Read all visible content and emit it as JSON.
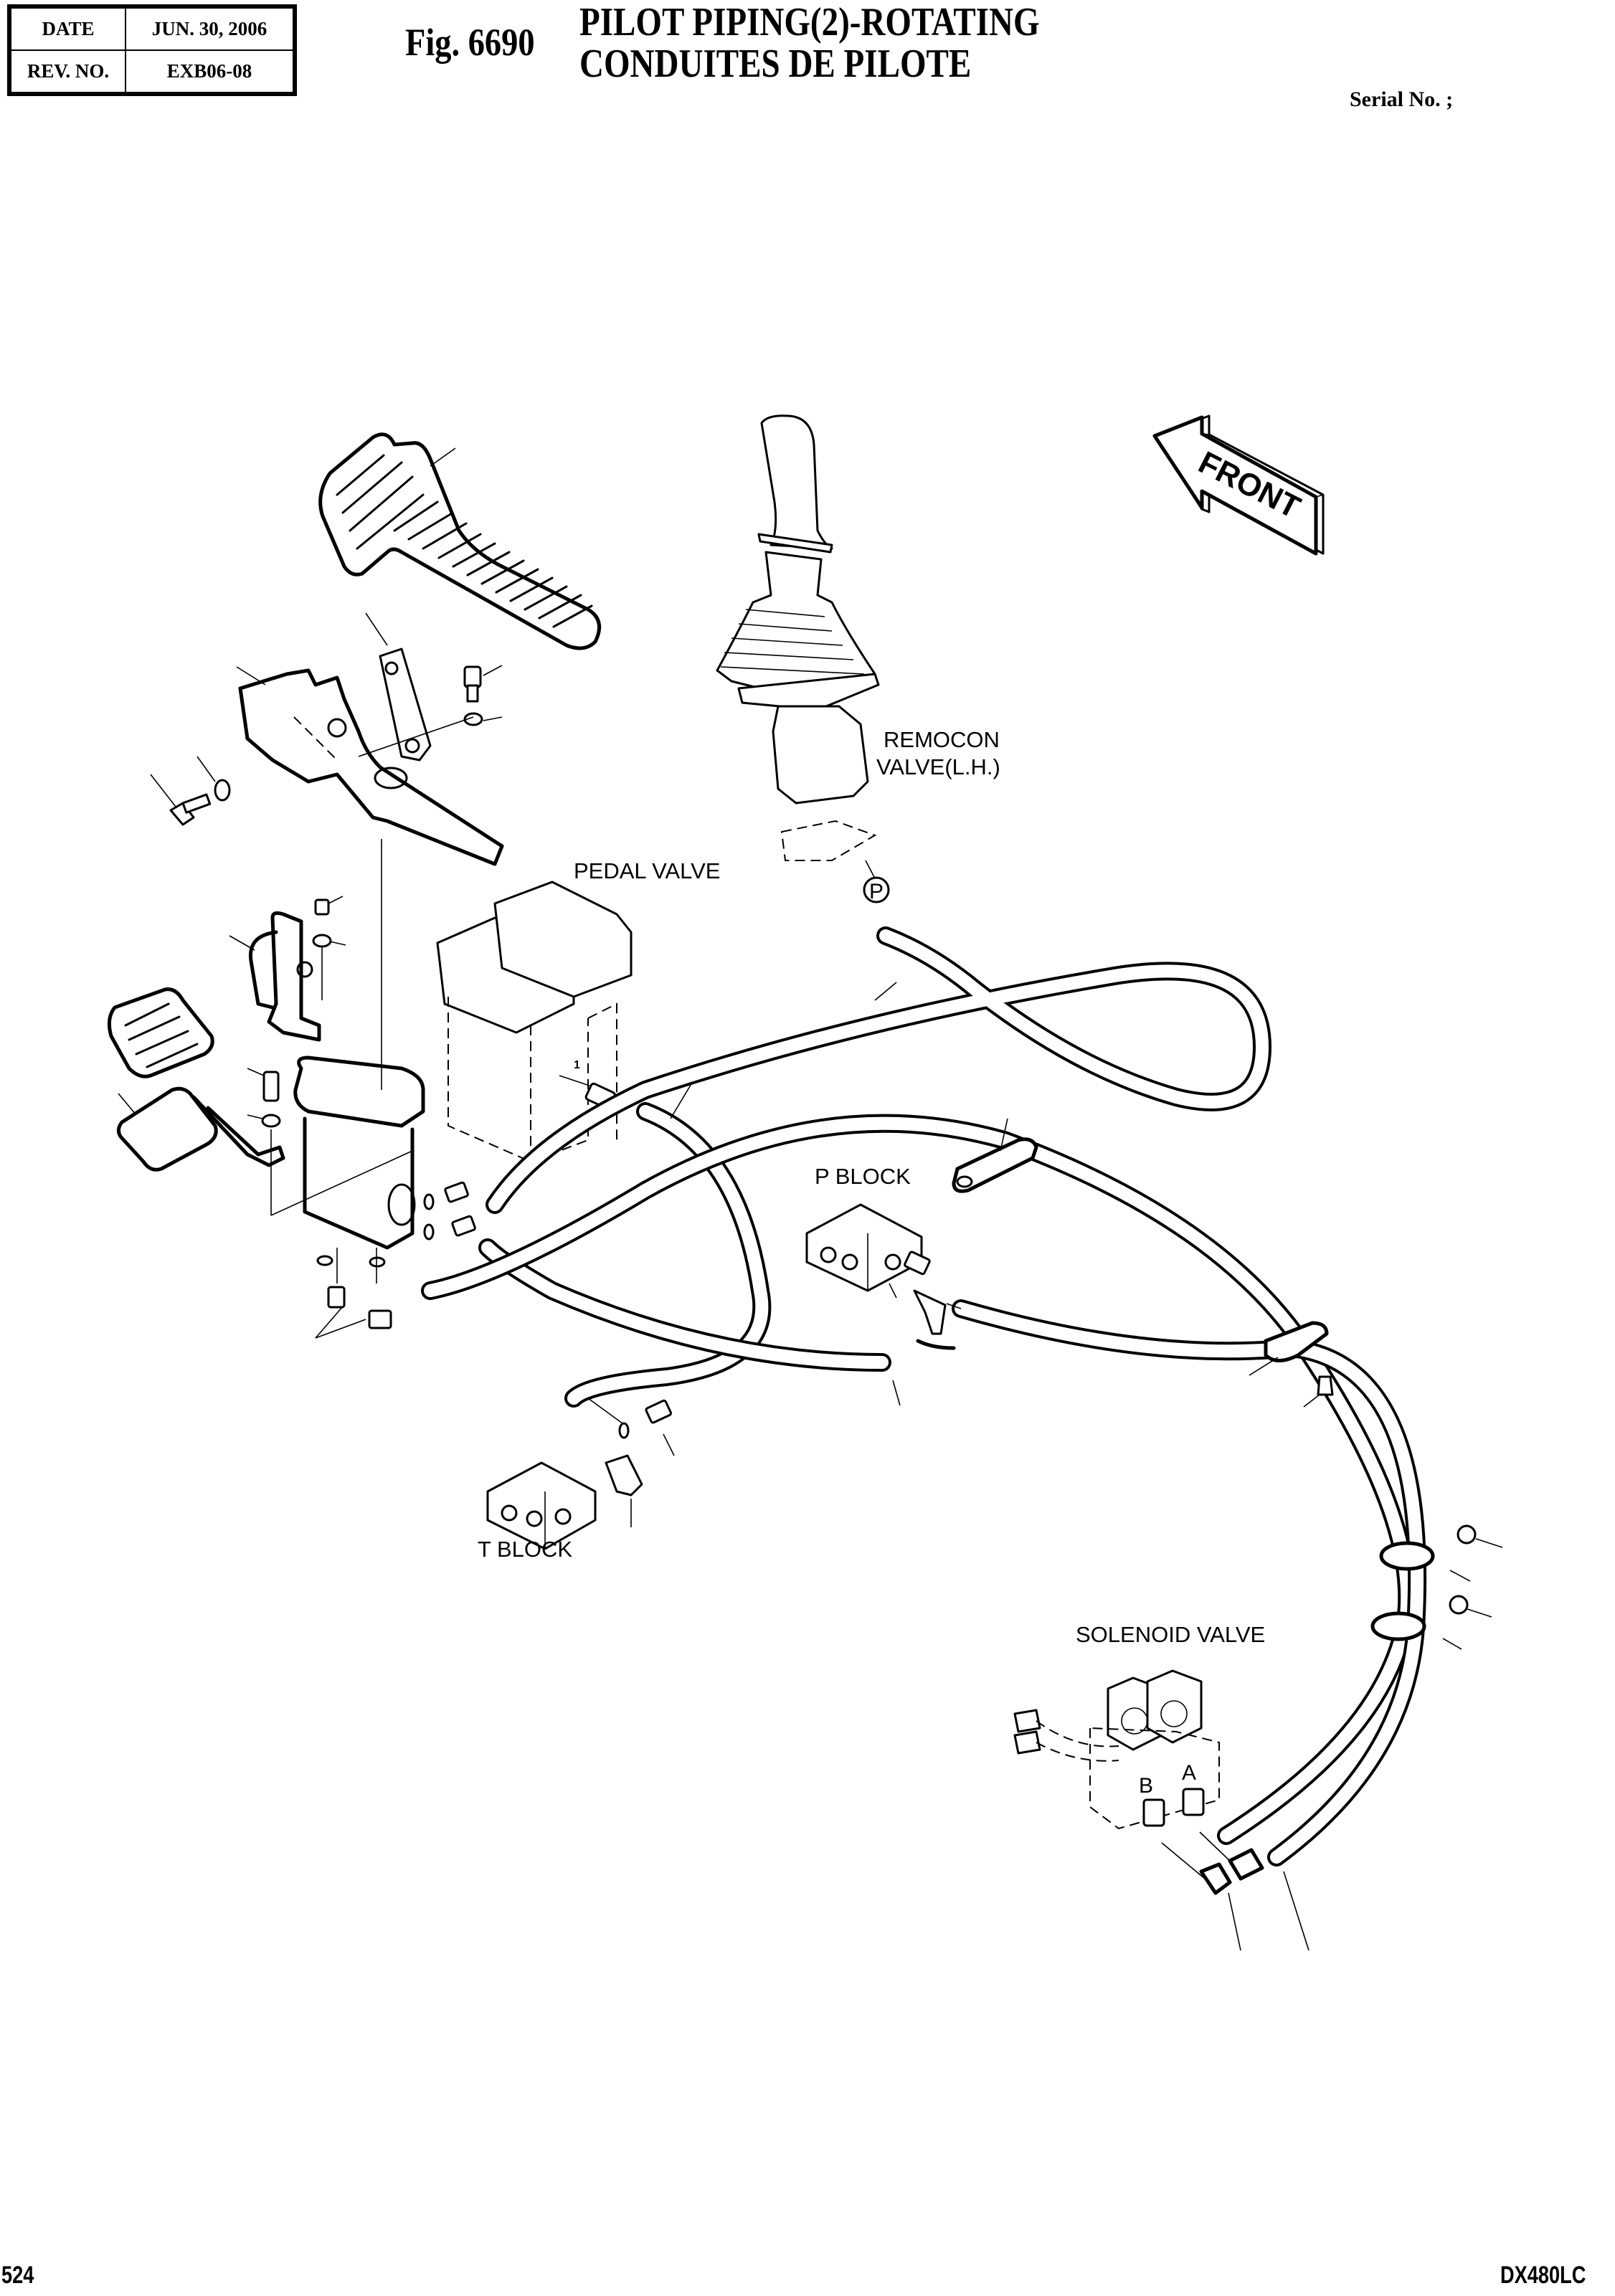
{
  "header": {
    "date_label": "DATE",
    "date_value": "JUN. 30, 2006",
    "rev_label": "REV. NO.",
    "rev_value": "EXB06-08"
  },
  "figure": {
    "number": "Fig. 6690",
    "title_line1": "PILOT PIPING(2)-ROTATING",
    "title_line2": "CONDUITES DE PILOTE"
  },
  "serial": "Serial No. ;",
  "labels": {
    "remocon_line1": "REMOCON",
    "remocon_line2": "VALVE(L.H.)",
    "pedal_valve": "PEDAL VALVE",
    "p_block": "P BLOCK",
    "t_block": "T BLOCK",
    "solenoid_valve": "SOLENOID VALVE",
    "port_p": "P",
    "port_a": "A",
    "port_b": "B",
    "front_arrow": "FRONT"
  },
  "footer": {
    "page_number": "524",
    "model": "DX480LC"
  }
}
